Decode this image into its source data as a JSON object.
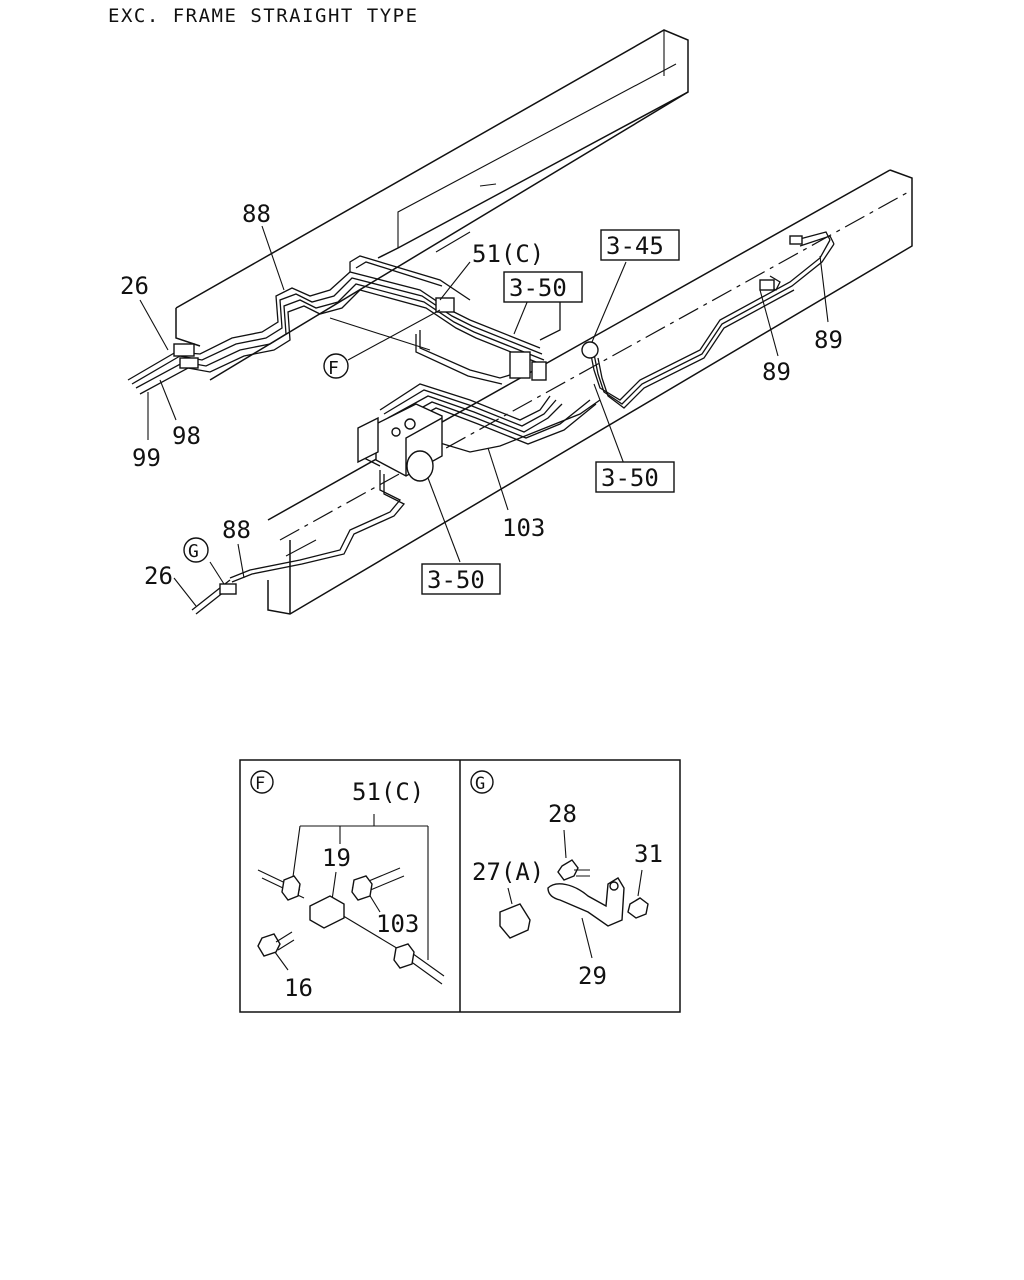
{
  "title": "EXC. FRAME STRAIGHT TYPE",
  "callouts": {
    "c88_top": "88",
    "c26_top": "26",
    "c98": "98",
    "c99": "99",
    "c51c": "51(C)",
    "cF": "F",
    "c88_bot": "88",
    "cG": "G",
    "c26_bot": "26",
    "c103": "103",
    "c89_a": "89",
    "c89_b": "89"
  },
  "refs": {
    "r345": "3-45",
    "r350_a": "3-50",
    "r350_b": "3-50",
    "r350_c": "3-50"
  },
  "detail_f": {
    "marker": "F",
    "c51c": "51(C)",
    "c19": "19",
    "c103": "103",
    "c16": "16"
  },
  "detail_g": {
    "marker": "G",
    "c28": "28",
    "c27a": "27(A)",
    "c31": "31",
    "c29": "29"
  }
}
